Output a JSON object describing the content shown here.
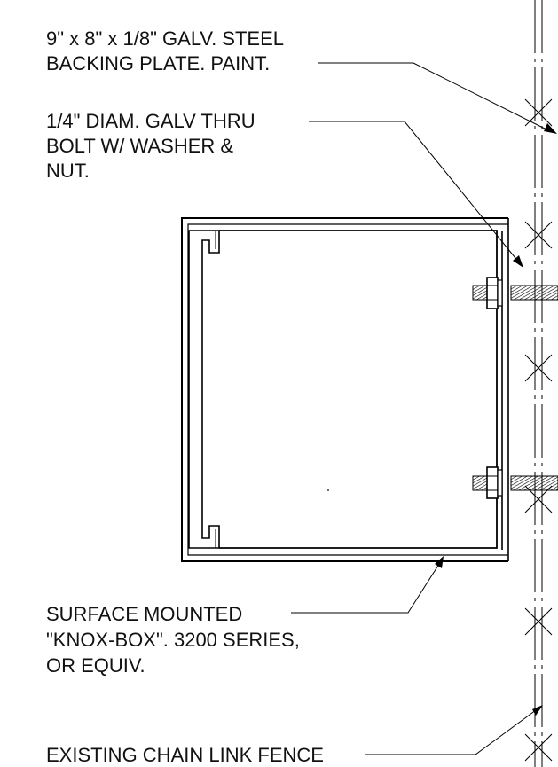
{
  "callouts": {
    "backing_plate": {
      "line1": "9\" x 8\" x 1/8\" GALV. STEEL",
      "line2": "BACKING PLATE. PAINT."
    },
    "thru_bolt": {
      "line1": "1/4\" DIAM. GALV THRU",
      "line2": "BOLT W/ WASHER &",
      "line3": "NUT."
    },
    "knox_box": {
      "line1": "SURFACE MOUNTED",
      "line2": "\"KNOX-BOX\". 3200 SERIES,",
      "line3": "OR EQUIV."
    },
    "fence": {
      "line1": "EXISTING CHAIN LINK FENCE"
    }
  }
}
